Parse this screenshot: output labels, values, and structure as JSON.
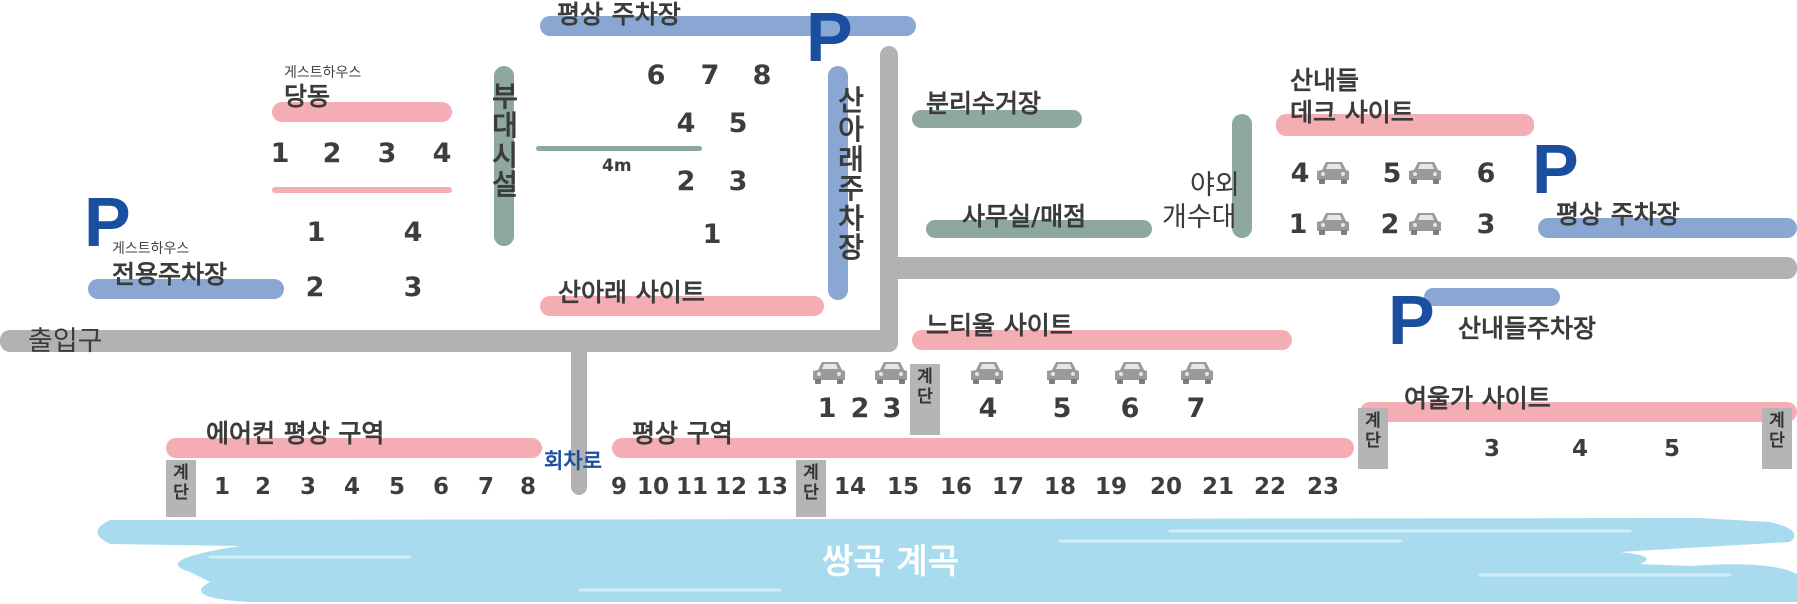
{
  "colors": {
    "site_pink": "#f4aeb3",
    "parking_blue": "#8aa7d4",
    "facility_green": "#8fa89e",
    "road_gray": "#b2b2b2",
    "parking_p": "#1a4fa0",
    "stream": "#a9dbee"
  },
  "parking": {
    "p_symbol": "P",
    "top_pyeongsang": "평상 주차장",
    "guesthouse_small": "게스트하우스",
    "guesthouse_lot": "전용주차장",
    "right_pyeongsang": "평상 주차장",
    "sannaedeul_lot": "산내들주차장"
  },
  "dangdong": {
    "small": "게스트하우스",
    "title": "당동",
    "row1": [
      "1",
      "2",
      "3",
      "4"
    ],
    "row2": [
      "1",
      "4"
    ],
    "row3": [
      "2",
      "3"
    ]
  },
  "budae": {
    "title": "부대시설",
    "chars": [
      "부",
      "대",
      "시",
      "설"
    ]
  },
  "sanarae_parking": {
    "chars": [
      "산",
      "아",
      "래",
      "주",
      "차",
      "장"
    ]
  },
  "sanarae_site": {
    "title": "산아래 사이트",
    "distance": "4m",
    "row1": [
      "6",
      "7",
      "8"
    ],
    "row2": [
      "4",
      "5"
    ],
    "row3": [
      "2",
      "3"
    ],
    "row4": [
      "1"
    ]
  },
  "facilities": {
    "recycling": "분리수거장",
    "office": "사무실/매점",
    "sink_line1": "야외",
    "sink_line2": "개수대"
  },
  "sannaedeul": {
    "title_line1": "산내들",
    "title_line2": "데크 사이트",
    "row1": [
      "4",
      "5",
      "6"
    ],
    "row2": [
      "1",
      "2",
      "3"
    ]
  },
  "roads": {
    "entrance": "출입구",
    "turnaround": "회차로"
  },
  "neutiul": {
    "title": "느티울 사이트",
    "left_nums": [
      "1",
      "2",
      "3"
    ],
    "right_nums": [
      "4",
      "5",
      "6",
      "7"
    ]
  },
  "stairs_label": "계단",
  "aircon": {
    "title": "에어컨 평상 구역",
    "nums": [
      "1",
      "2",
      "3",
      "4",
      "5",
      "6",
      "7",
      "8"
    ]
  },
  "pyeongsang": {
    "title": "평상 구역",
    "nums": [
      "9",
      "10",
      "11",
      "12",
      "13",
      "14",
      "15",
      "16",
      "17",
      "18",
      "19",
      "20",
      "21",
      "22",
      "23"
    ]
  },
  "yeoulga": {
    "title": "여울가 사이트",
    "nums": [
      "3",
      "4",
      "5"
    ]
  },
  "stream": {
    "title": "쌍곡 계곡"
  }
}
